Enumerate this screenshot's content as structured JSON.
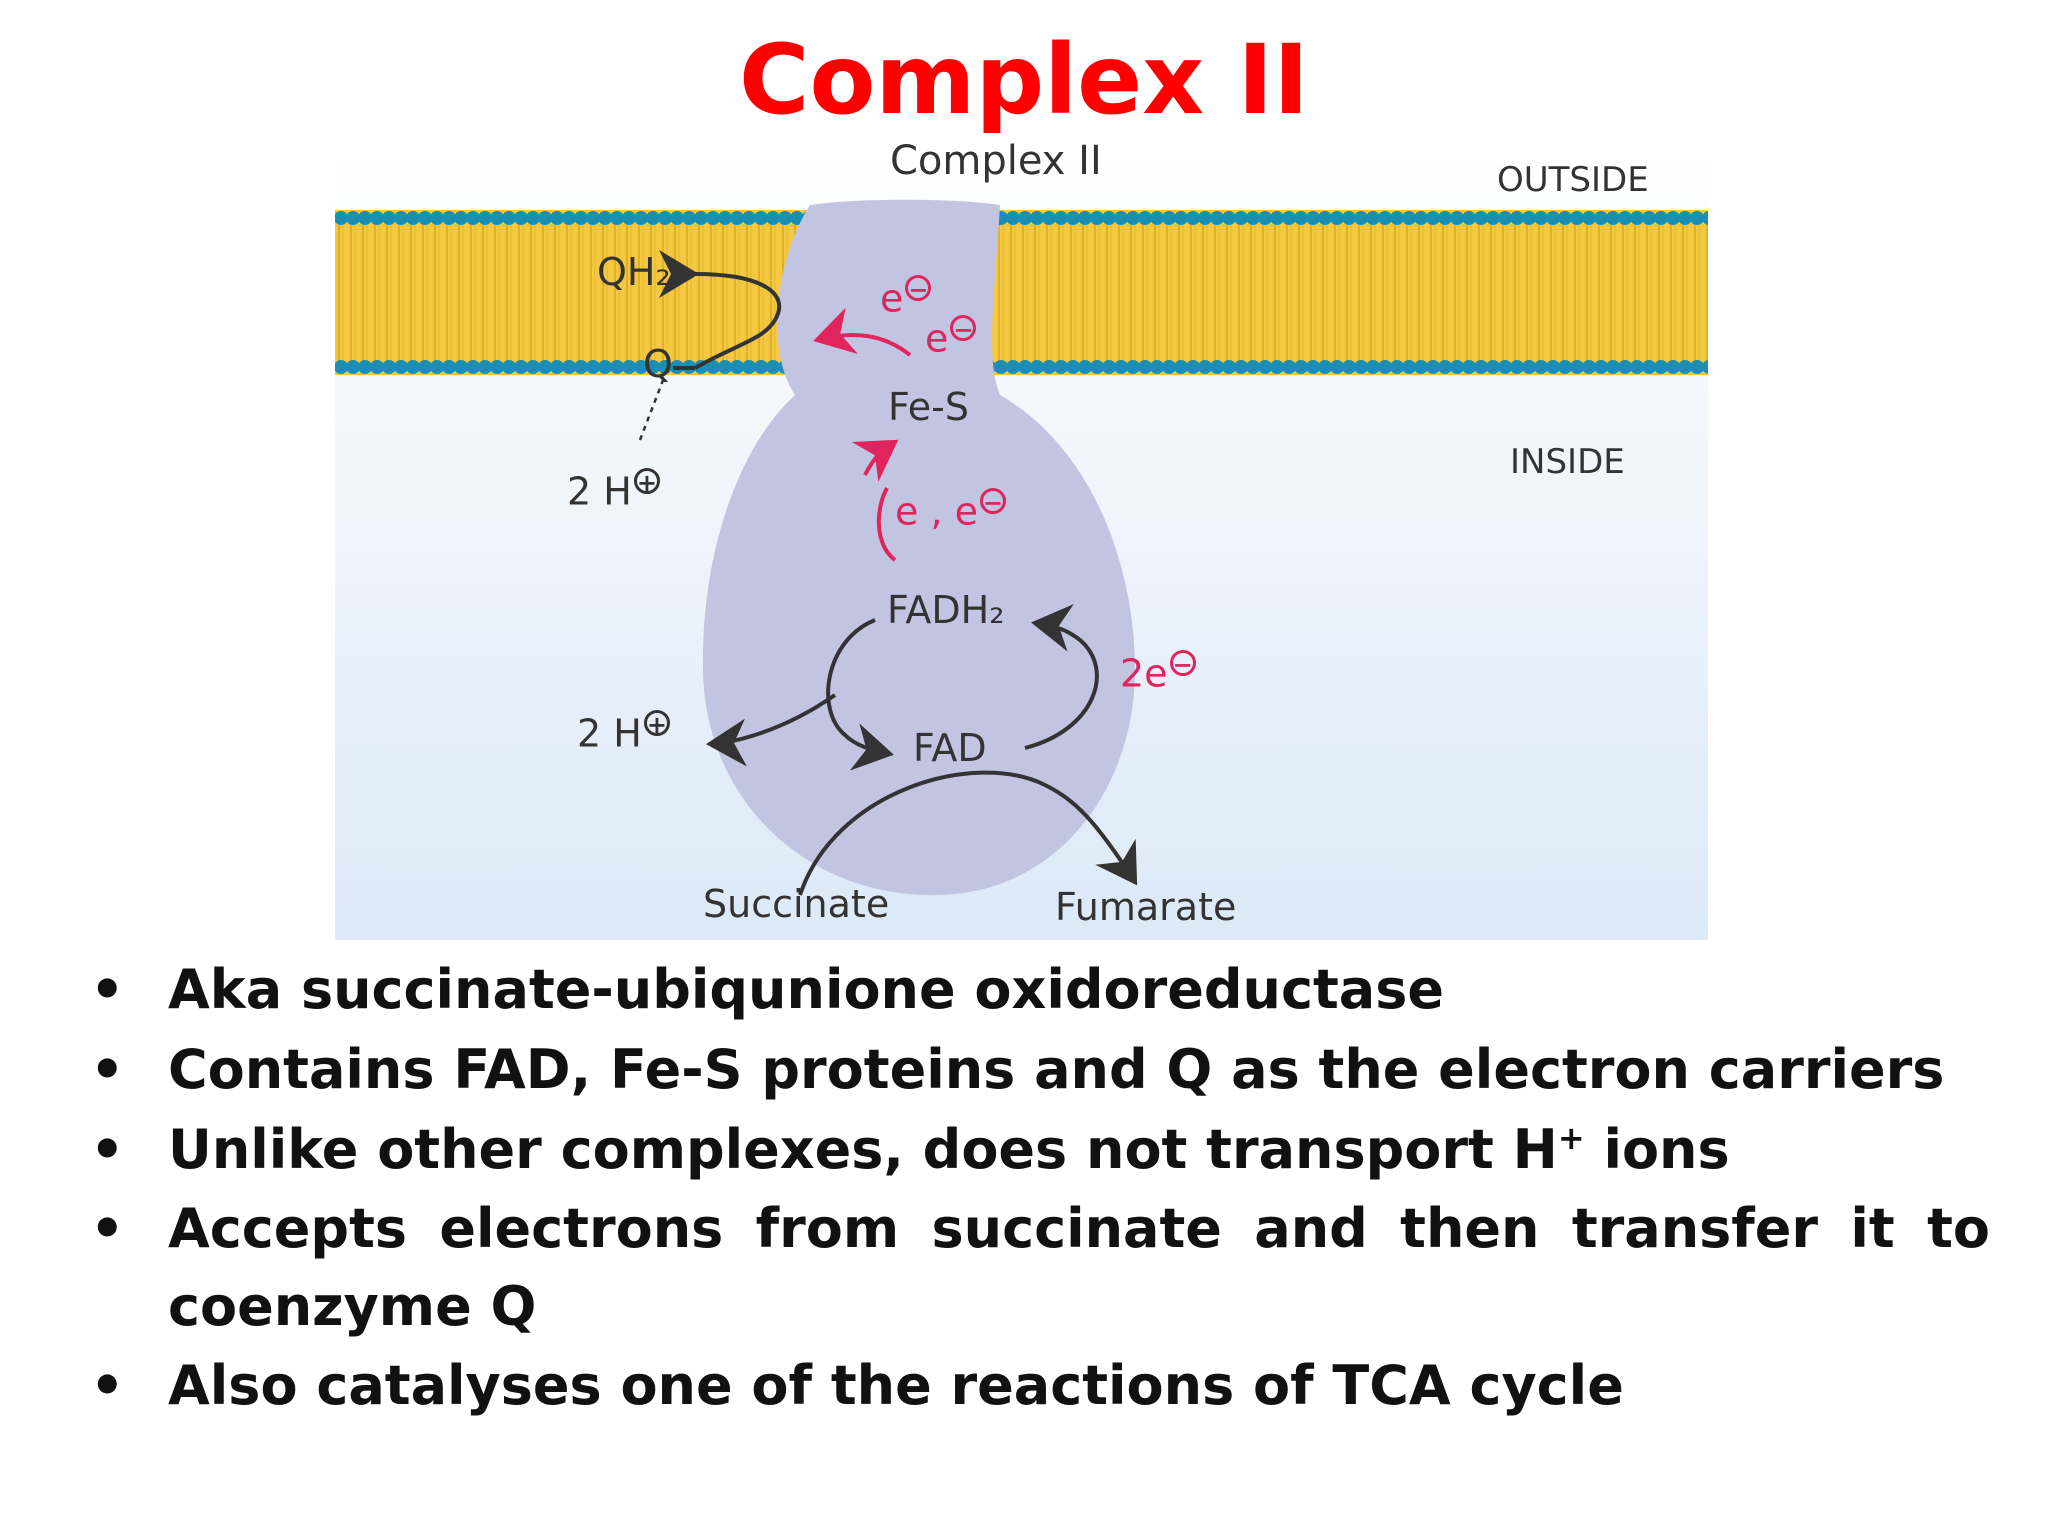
{
  "title": "Complex II",
  "title_color": "#ff0000",
  "diagram": {
    "label_complex": "Complex II",
    "label_outside": "OUTSIDE",
    "label_inside": "INSIDE",
    "qh2": "QH₂",
    "q": "Q",
    "h_top": "2 H",
    "h_bottom": "2 H",
    "e1": "e",
    "e2": "e",
    "fes": "Fe-S",
    "e_pair": "e  ,  e",
    "fadh2": "FADH₂",
    "two_e": "2e",
    "fad": "FAD",
    "succinate": "Succinate",
    "fumarate": "Fumarate",
    "colors": {
      "membrane": "#f5c842",
      "lipid_head": "#1a8fb3",
      "protein": "#c2c5e2",
      "electron_red": "#e0245e",
      "background_top": "#ffffff",
      "background_bottom": "#dce9f7"
    }
  },
  "bullets": [
    "Aka succinate-ubiqunione oxidoreductase",
    "Contains FAD, Fe-S proteins and Q as the electron carriers",
    "Unlike other complexes, does not transport H",
    "Accepts electrons from succinate and then transfer it to coenzyme Q",
    "Also catalyses one of the reactions of TCA cycle"
  ],
  "bullet3_sup": "+",
  "bullet3_tail": " ions",
  "bullet_marker": "•"
}
